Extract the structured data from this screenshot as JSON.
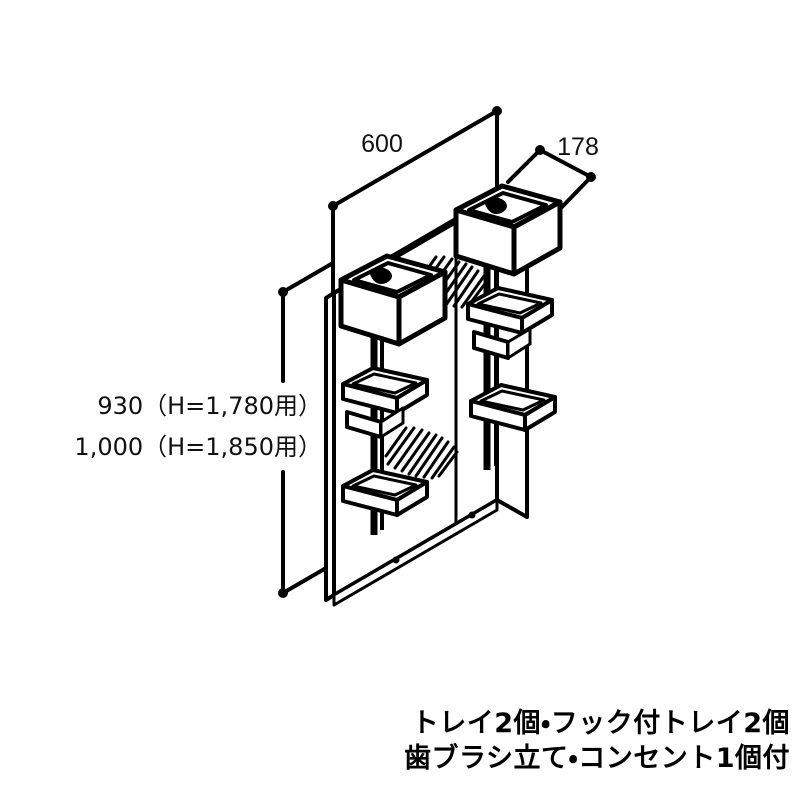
{
  "document": {
    "type": "product-technical-drawing",
    "subject": "bathroom mirror cabinet with trays",
    "background_color": "#ffffff",
    "line_color": "#000000"
  },
  "dimensions": {
    "width": {
      "label": "600",
      "name": "width-dimension",
      "unit_implied": "mm",
      "orientation": "isometric-horizontal-top"
    },
    "depth": {
      "label": "178",
      "name": "depth-dimension",
      "unit_implied": "mm",
      "orientation": "isometric-depth-top-right"
    },
    "height": {
      "line1": "930（H=1,780用）",
      "line2": "1,000（H=1,850用）",
      "name": "height-dimension",
      "unit_implied": "mm",
      "orientation": "vertical-left"
    }
  },
  "caption": {
    "line1": "トレイ2個・フック付トレイ2個",
    "line2": "歯ブラシ立て・コンセント1個付"
  },
  "parts": {
    "mirror_panel": "mirror-panel",
    "left_rail": "left-vertical-rail",
    "right_rail": "right-vertical-rail",
    "toothbrush_holder_left": "toothbrush-holder-left",
    "toothbrush_holder_right": "toothbrush-holder-right",
    "tray_left_mid": "tray-left-middle",
    "tray_left_low": "tray-left-lower",
    "tray_right_mid": "hook-tray-right-middle",
    "tray_right_low": "tray-right-lower",
    "mirror_glint_upper": "mirror-glint-upper",
    "mirror_glint_lower": "mirror-glint-lower"
  }
}
